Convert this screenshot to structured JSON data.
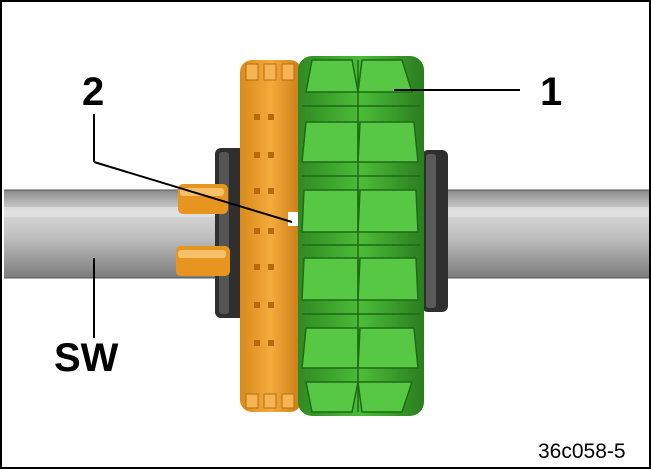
{
  "callouts": {
    "part_1": "1",
    "part_2": "2",
    "shaft": "SW"
  },
  "figure_id": "36c058-5",
  "colors": {
    "shaft": "#b8b8b8",
    "green_gear": "#3fa62e",
    "green_gear_dark": "#267a1d",
    "orange_sprocket": "#f0a030",
    "orange_sprocket_dark": "#c77a12",
    "spacer_ring": "#3a3a3a"
  }
}
